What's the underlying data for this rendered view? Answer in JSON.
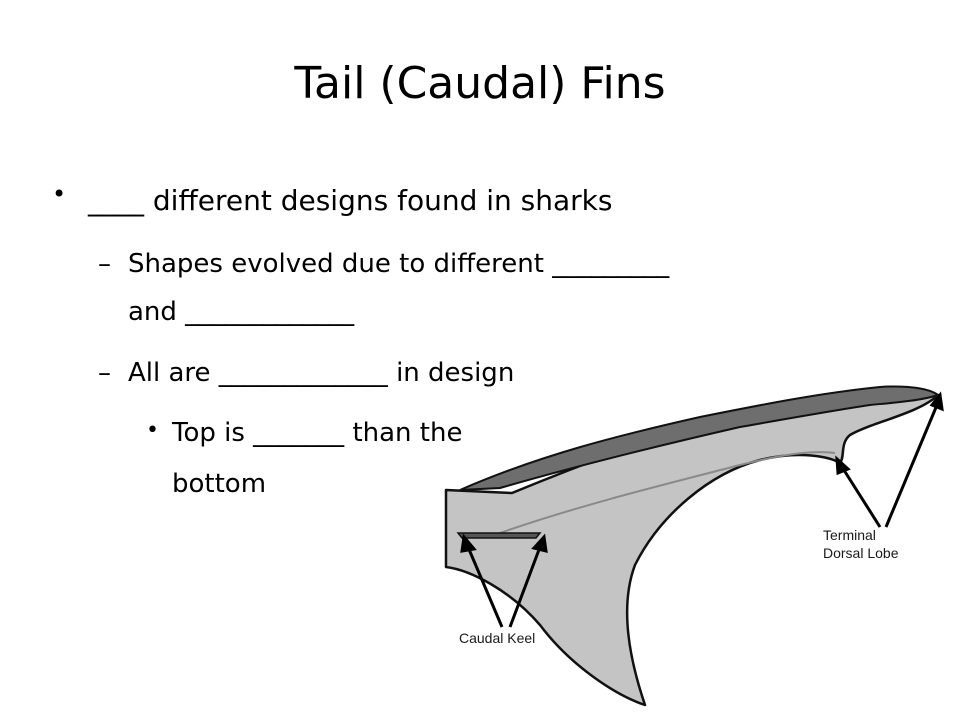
{
  "slide": {
    "title": "Tail (Caudal) Fins",
    "bullets": [
      {
        "level": 1,
        "text": "____ different designs found in sharks"
      },
      {
        "level": 2,
        "text": "Shapes evolved due to different _________"
      },
      {
        "level": 2,
        "text": "and _____________"
      },
      {
        "level": 2,
        "text": "All are _____________ in design"
      },
      {
        "level": 3,
        "text": "Top is _______ than the"
      },
      {
        "level": 3,
        "text": "bottom"
      }
    ]
  },
  "diagram": {
    "labels": {
      "keel": "Caudal Keel",
      "lobe_line1": "Terminal",
      "lobe_line2": "Dorsal Lobe"
    },
    "colors": {
      "body": "#c4c4c4",
      "dorsal": "#6e6e6e",
      "outline": "#111111"
    }
  }
}
